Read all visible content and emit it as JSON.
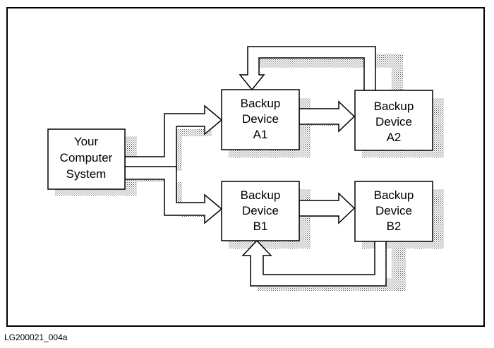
{
  "diagram": {
    "nodes": {
      "computer": {
        "line1": "Your",
        "line2": "Computer",
        "line3": "System"
      },
      "a1": {
        "line1": "Backup",
        "line2": "Device",
        "line3": "A1"
      },
      "a2": {
        "line1": "Backup",
        "line2": "Device",
        "line3": "A2"
      },
      "b1": {
        "line1": "Backup",
        "line2": "Device",
        "line3": "B1"
      },
      "b2": {
        "line1": "Backup",
        "line2": "Device",
        "line3": "B2"
      }
    },
    "caption": "LG200021_004a"
  }
}
